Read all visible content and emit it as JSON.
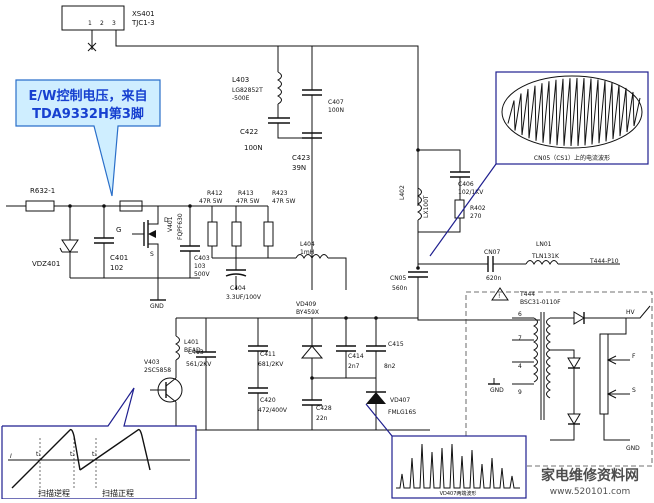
{
  "colors": {
    "callout_fill": "#cfeeff",
    "callout_stroke": "#2a6fc9",
    "callout_text": "#1740d0",
    "inset_border": "#1f1f8f",
    "waveform": "#111111"
  },
  "callout": {
    "line1": "E/W控制电压，来自",
    "line2": "TDA9332H第3脚"
  },
  "connector": {
    "ref": "XS401",
    "part": "TJC1-3",
    "pins": [
      "1",
      "2",
      "3"
    ]
  },
  "components": {
    "r632": "R632-1",
    "vdz401": "VDZ401",
    "c401": {
      "ref": "C401",
      "value": "102"
    },
    "g_label": "G",
    "s_label": "S",
    "d_label": "D",
    "v401": {
      "ref": "V401",
      "part": "FQPF630"
    },
    "gnd": "GND",
    "c403": {
      "ref": "C403",
      "value": "103",
      "rating": "500V"
    },
    "c404": {
      "ref": "C404",
      "value": "3.3UF/100V"
    },
    "r412": {
      "ref": "R412",
      "value": "47R 5W"
    },
    "r413": {
      "ref": "R413",
      "value": "47R 5W"
    },
    "r423": {
      "ref": "R423",
      "value": "47R 5W"
    },
    "l404": {
      "ref": "L404",
      "value": "1mH"
    },
    "l403": {
      "ref": "L403",
      "part": "LG82852T",
      "note": "-500E"
    },
    "c407": {
      "ref": "C407",
      "value": "100N"
    },
    "c422": {
      "ref": "C422",
      "value": "100N"
    },
    "c423": {
      "ref": "C423",
      "value": "39N"
    },
    "l402": {
      "ref": "L402",
      "part": "LX100T"
    },
    "c406": {
      "ref": "C406",
      "value": "102/1KV"
    },
    "r402": {
      "ref": "R402",
      "value": "270"
    },
    "cn05": {
      "ref": "CN05",
      "value": "560n"
    },
    "cn07": {
      "ref": "CN07",
      "value": "620n"
    },
    "ln01": {
      "ref": "LN01",
      "part": "TLN131K"
    },
    "t444p10": "T444-P10",
    "vd409": {
      "ref": "VD409",
      "part": "BY459X"
    },
    "l401": {
      "ref": "L401",
      "part": "BEAD"
    },
    "v403": {
      "ref": "V403",
      "part": "2SC5858"
    },
    "c413": {
      "ref": "C413",
      "value": "561/2KV"
    },
    "c411": {
      "ref": "C411",
      "value": "681/2KV"
    },
    "c420": {
      "ref": "C420",
      "value": "472/400V"
    },
    "c414": {
      "ref": "C414",
      "value": "2n7"
    },
    "c415": {
      "ref": "C415",
      "value": "8n2"
    },
    "c428": {
      "ref": "C428",
      "value": "22n"
    },
    "vd407": {
      "ref": "VD407",
      "part": "FMLG16S"
    },
    "t444": {
      "ref": "T444",
      "part": "BSC31-0110F"
    },
    "pins": [
      "6",
      "7",
      "4",
      "9"
    ],
    "hv": "HV",
    "f_label": "F",
    "s2_label": "S"
  },
  "insets": {
    "current_wave_caption": "CN05（CS1）上的电流波形",
    "bottom_left": {
      "axis_label": "I",
      "t_labels": [
        "t₁",
        "t₂",
        "t₃"
      ],
      "scan_reverse": "扫描逆程",
      "scan_forward": "扫描正程"
    },
    "bottom_right_caption": "VD407两端波形"
  },
  "watermark": {
    "text": "家电维修资料网",
    "url": "www.520101.com"
  }
}
